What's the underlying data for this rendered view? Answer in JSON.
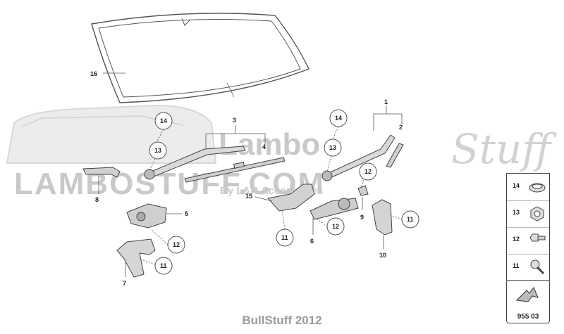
{
  "watermark": {
    "line1": "Lambo",
    "line2": "LAMBOSTUFF.COM",
    "line3": "By L&R Accessories",
    "script": "Stuff"
  },
  "labels": {
    "l1": "1",
    "l2": "2",
    "l3": "3",
    "l4": "4",
    "l5": "5",
    "l6": "6",
    "l7": "7",
    "l8": "8",
    "l9": "9",
    "l10": "10",
    "l15": "15",
    "l16": "16"
  },
  "callouts": {
    "c14a": "14",
    "c13a": "13",
    "c12a": "12",
    "c11a": "11",
    "c14b": "14",
    "c13b": "13",
    "c12b": "12",
    "c12c": "12",
    "c11b": "11",
    "c11c": "11"
  },
  "legend": {
    "items": [
      {
        "number": "14",
        "icon": "grommet-icon"
      },
      {
        "number": "13",
        "icon": "hex-nut-icon"
      },
      {
        "number": "12",
        "icon": "hex-bolt-icon"
      },
      {
        "number": "11",
        "icon": "screw-icon"
      }
    ],
    "ref_number": "955 03"
  },
  "footer": "BullStuff 2012"
}
